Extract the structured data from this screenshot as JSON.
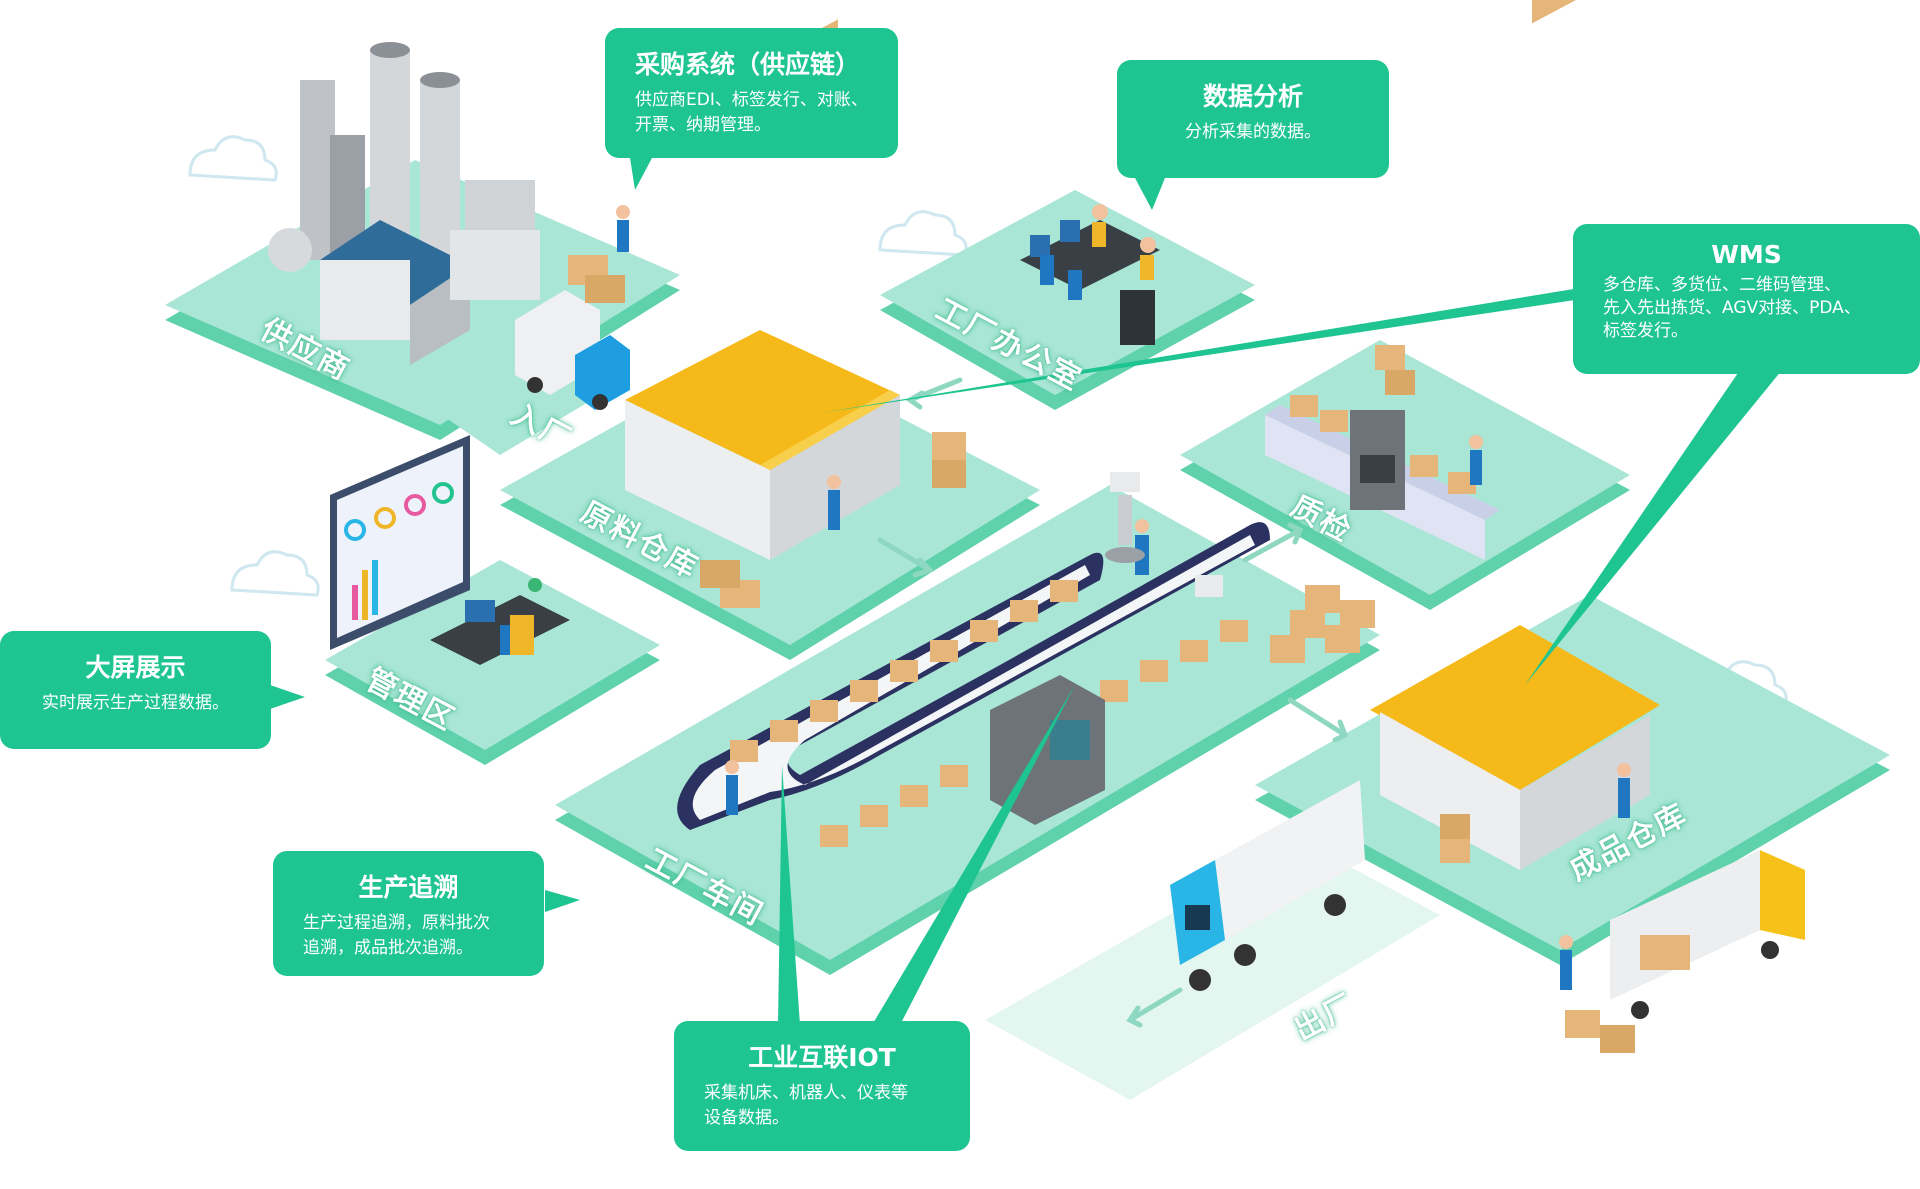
{
  "colors": {
    "accent": "#1ec590",
    "platform": "#a9e6d5",
    "platform_edge": "#5fd1ab",
    "roof": "#f6b91a",
    "box": "#e6b57a",
    "truck_cab": "#1e9ee0"
  },
  "zones": {
    "supplier": "供应商",
    "inbound": "入厂",
    "office": "工厂办公室",
    "raw_warehouse": "原料仓库",
    "qc": "质检",
    "management": "管理区",
    "workshop": "工厂车间",
    "finished_warehouse": "成品仓库",
    "outbound": "出厂"
  },
  "callouts": {
    "procurement": {
      "title": "采购系统（供应链）",
      "desc": "供应商EDI、标签发行、对账、\n开票、纳期管理。"
    },
    "analytics": {
      "title": "数据分析",
      "desc": "分析采集的数据。"
    },
    "wms": {
      "title": "WMS",
      "desc": "多仓库、多货位、二维码管理、\n先入先出拣货、AGV对接、PDA、\n标签发行。"
    },
    "bigscreen": {
      "title": "大屏展示",
      "desc": "实时展示生产过程数据。"
    },
    "traceability": {
      "title": "生产追溯",
      "desc": "生产过程追溯，原料批次\n追溯，成品批次追溯。"
    },
    "iot": {
      "title": "工业互联IOT",
      "desc": "采集机床、机器人、仪表等\n设备数据。"
    }
  }
}
